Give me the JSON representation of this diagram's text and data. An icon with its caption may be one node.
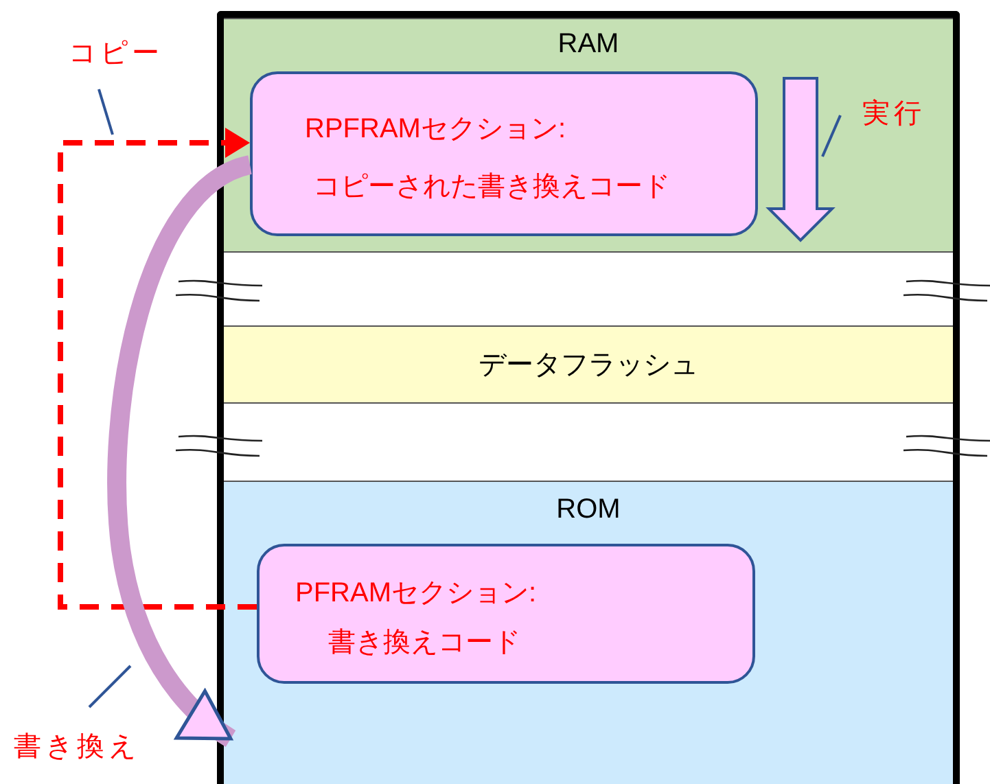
{
  "diagram": {
    "nodes": [
      {
        "text": [
          "RAM"
        ]
      },
      {
        "text": [
          "RPFRAMセクション:",
          "コピーされた書き換えコード"
        ],
        "in": 0
      },
      {
        "text": [],
        "shape": "box"
      },
      {
        "text": [
          "データフラッシュ"
        ]
      },
      {
        "text": [],
        "shape": "box"
      },
      {
        "text": [
          "ROM"
        ]
      },
      {
        "text": [
          "PFRAMセクション:",
          "書き換えコード"
        ],
        "in": 5
      },
      {
        "text": [
          "コピー"
        ]
      },
      {
        "text": [
          "実行"
        ],
        "in": 0
      },
      {
        "text": [
          "書き換え"
        ]
      }
    ],
    "edges": [
      {
        "from": 6,
        "to": 1,
        "arrow": "to",
        "style": "dashed",
        "color": "#ff0000"
      },
      {
        "from": 1,
        "to": 5,
        "arrow": "to",
        "style": "thick",
        "color": "#cc99cc"
      },
      {
        "from": 7,
        "to": null,
        "arrow": "none"
      },
      {
        "from": 8,
        "to": null,
        "arrow": "none"
      },
      {
        "from": 9,
        "to": null,
        "arrow": "none"
      }
    ]
  }
}
